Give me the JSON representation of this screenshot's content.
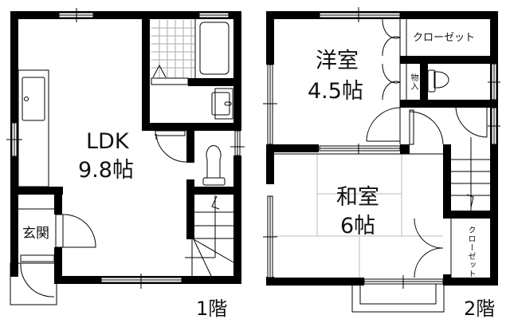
{
  "floor1": {
    "label": "1階",
    "rooms": {
      "ldk_name": "LDK",
      "ldk_size": "9.8帖",
      "entrance": "玄関"
    }
  },
  "floor2": {
    "label": "2階",
    "rooms": {
      "western_name": "洋室",
      "western_size": "4.5帖",
      "japanese_name": "和室",
      "japanese_size": "6帖",
      "closet_top": "クローゼット",
      "closet_side": "クローゼット",
      "storage": "物入"
    }
  },
  "colors": {
    "wall": "#000000",
    "line": "#000000",
    "tatami_grid": "#bbbbbb",
    "tile_grid": "#aaaaaa",
    "background": "#ffffff"
  }
}
